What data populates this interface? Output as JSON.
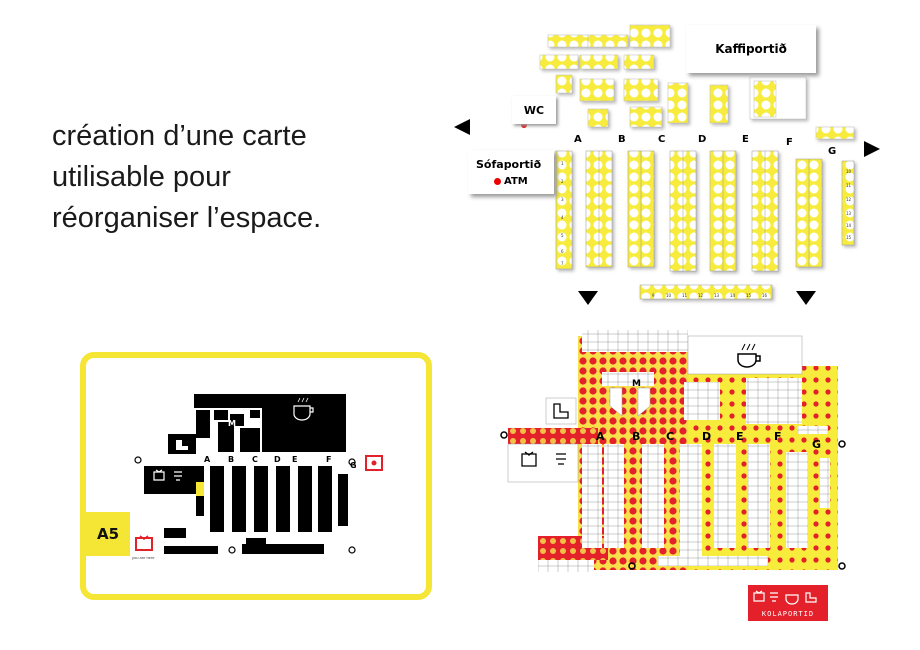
{
  "caption": {
    "line1": "création d’une carte",
    "line2": "utilisable pour",
    "line3": "réorganiser l’espace."
  },
  "map_top": {
    "kaffiportid": "Kaffiportið",
    "sofaportid": "Sófaportið",
    "atm": "ATM",
    "wc": "WC",
    "rows": [
      "A",
      "B",
      "C",
      "D",
      "E",
      "F",
      "G"
    ],
    "bottom_numbers": [
      "9",
      "10",
      "11",
      "12",
      "13",
      "14",
      "15",
      "16"
    ],
    "g_numbers": [
      "10",
      "11",
      "12",
      "13",
      "14",
      "15"
    ],
    "left_numbers": [
      "1",
      "2",
      "3",
      "4",
      "5",
      "6",
      "7"
    ]
  },
  "map_legend": {
    "rows": [
      "A",
      "B",
      "C",
      "D",
      "E",
      "F",
      "G"
    ],
    "m_label": "M",
    "a5": "A5",
    "you_are_here": "you are here"
  },
  "map_colored": {
    "rows": [
      "A",
      "B",
      "C",
      "D",
      "E",
      "F",
      "G"
    ],
    "m_label": "M",
    "brand": "KOLAPORTID"
  },
  "colors": {
    "yellow": "#f5e535",
    "red": "#e4202a",
    "black": "#000000"
  }
}
